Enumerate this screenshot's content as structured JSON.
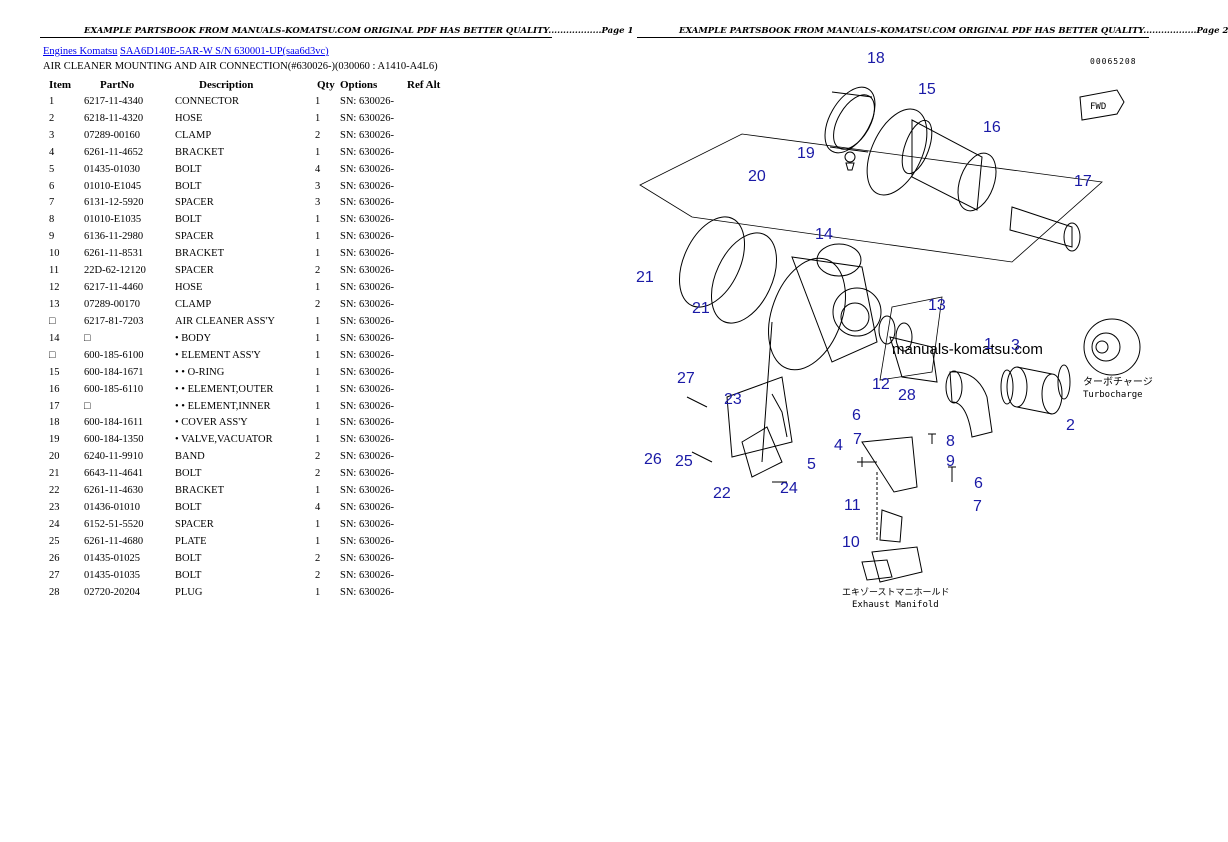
{
  "header": {
    "left": "EXAMPLE PARTSBOOK FROM MANUALS-KOMATSU.COM ORIGINAL PDF HAS BETTER QUALITY..................Page 1",
    "right": "EXAMPLE PARTSBOOK FROM MANUALS-KOMATSU.COM ORIGINAL PDF HAS BETTER QUALITY..................Page 2"
  },
  "breadcrumb": {
    "link1": "Engines Komatsu",
    "link2": "SAA6D140E-5AR-W S/N 630001-UP(saa6d3vc)"
  },
  "subtitle": "AIR CLEANER MOUNTING AND AIR CONNECTION(#630026-)(030060 : A1410-A4L6)",
  "table": {
    "columns": [
      "Item",
      "PartNo",
      "Description",
      "Qty",
      "Options",
      "Ref Alt"
    ],
    "rows": [
      [
        "1",
        "6217-11-4340",
        "CONNECTOR",
        "1",
        "SN: 630026-"
      ],
      [
        "2",
        "6218-11-4320",
        "HOSE",
        "1",
        "SN: 630026-"
      ],
      [
        "3",
        "07289-00160",
        "CLAMP",
        "2",
        "SN: 630026-"
      ],
      [
        "4",
        "6261-11-4652",
        "BRACKET",
        "1",
        "SN: 630026-"
      ],
      [
        "5",
        "01435-01030",
        "BOLT",
        "4",
        "SN: 630026-"
      ],
      [
        "6",
        "01010-E1045",
        "BOLT",
        "3",
        "SN: 630026-"
      ],
      [
        "7",
        "6131-12-5920",
        "SPACER",
        "3",
        "SN: 630026-"
      ],
      [
        "8",
        "01010-E1035",
        "BOLT",
        "1",
        "SN: 630026-"
      ],
      [
        "9",
        "6136-11-2980",
        "SPACER",
        "1",
        "SN: 630026-"
      ],
      [
        "10",
        "6261-11-8531",
        "BRACKET",
        "1",
        "SN: 630026-"
      ],
      [
        "11",
        "22D-62-12120",
        "SPACER",
        "2",
        "SN: 630026-"
      ],
      [
        "12",
        "6217-11-4460",
        "HOSE",
        "1",
        "SN: 630026-"
      ],
      [
        "13",
        "07289-00170",
        "CLAMP",
        "2",
        "SN: 630026-"
      ],
      [
        "",
        "6217-81-7203",
        "AIR CLEANER ASS'Y",
        "1",
        "SN: 630026-"
      ],
      [
        "14",
        "",
        "• BODY",
        "1",
        "SN: 630026-"
      ],
      [
        "",
        "600-185-6100",
        "• ELEMENT ASS'Y",
        "1",
        "SN: 630026-"
      ],
      [
        "15",
        "600-184-1671",
        "• • O-RING",
        "1",
        "SN: 630026-"
      ],
      [
        "16",
        "600-185-6110",
        "• • ELEMENT,OUTER",
        "1",
        "SN: 630026-"
      ],
      [
        "17",
        "",
        "• • ELEMENT,INNER",
        "1",
        "SN: 630026-"
      ],
      [
        "18",
        "600-184-1611",
        "• COVER ASS'Y",
        "1",
        "SN: 630026-"
      ],
      [
        "19",
        "600-184-1350",
        "• VALVE,VACUATOR",
        "1",
        "SN: 630026-"
      ],
      [
        "20",
        "6240-11-9910",
        "BAND",
        "2",
        "SN: 630026-"
      ],
      [
        "21",
        "6643-11-4641",
        "BOLT",
        "2",
        "SN: 630026-"
      ],
      [
        "22",
        "6261-11-4630",
        "BRACKET",
        "1",
        "SN: 630026-"
      ],
      [
        "23",
        "01436-01010",
        "BOLT",
        "4",
        "SN: 630026-"
      ],
      [
        "24",
        "6152-51-5520",
        "SPACER",
        "1",
        "SN: 630026-"
      ],
      [
        "25",
        "6261-11-4680",
        "PLATE",
        "1",
        "SN: 630026-"
      ],
      [
        "26",
        "01435-01025",
        "BOLT",
        "2",
        "SN: 630026-"
      ],
      [
        "27",
        "01435-01035",
        "BOLT",
        "2",
        "SN: 630026-"
      ],
      [
        "28",
        "02720-20204",
        "PLUG",
        "1",
        "SN: 630026-"
      ]
    ]
  },
  "diagram": {
    "code": "00065208",
    "fwd": "FWD",
    "watermark": "manuals-komatsu.com",
    "turbo_jp": "ターボチャージ",
    "turbo_en": "Turbocharge",
    "manifold_jp": "エキゾーストマニホールド",
    "manifold_en": "Exhaust Manifold",
    "callouts": [
      "1",
      "2",
      "3",
      "4",
      "5",
      "6",
      "6",
      "7",
      "7",
      "8",
      "9",
      "10",
      "11",
      "12",
      "13",
      "14",
      "15",
      "16",
      "17",
      "18",
      "19",
      "20",
      "21",
      "21",
      "22",
      "23",
      "24",
      "25",
      "26",
      "27",
      "28"
    ],
    "callout_color": "#1a1aa6"
  }
}
